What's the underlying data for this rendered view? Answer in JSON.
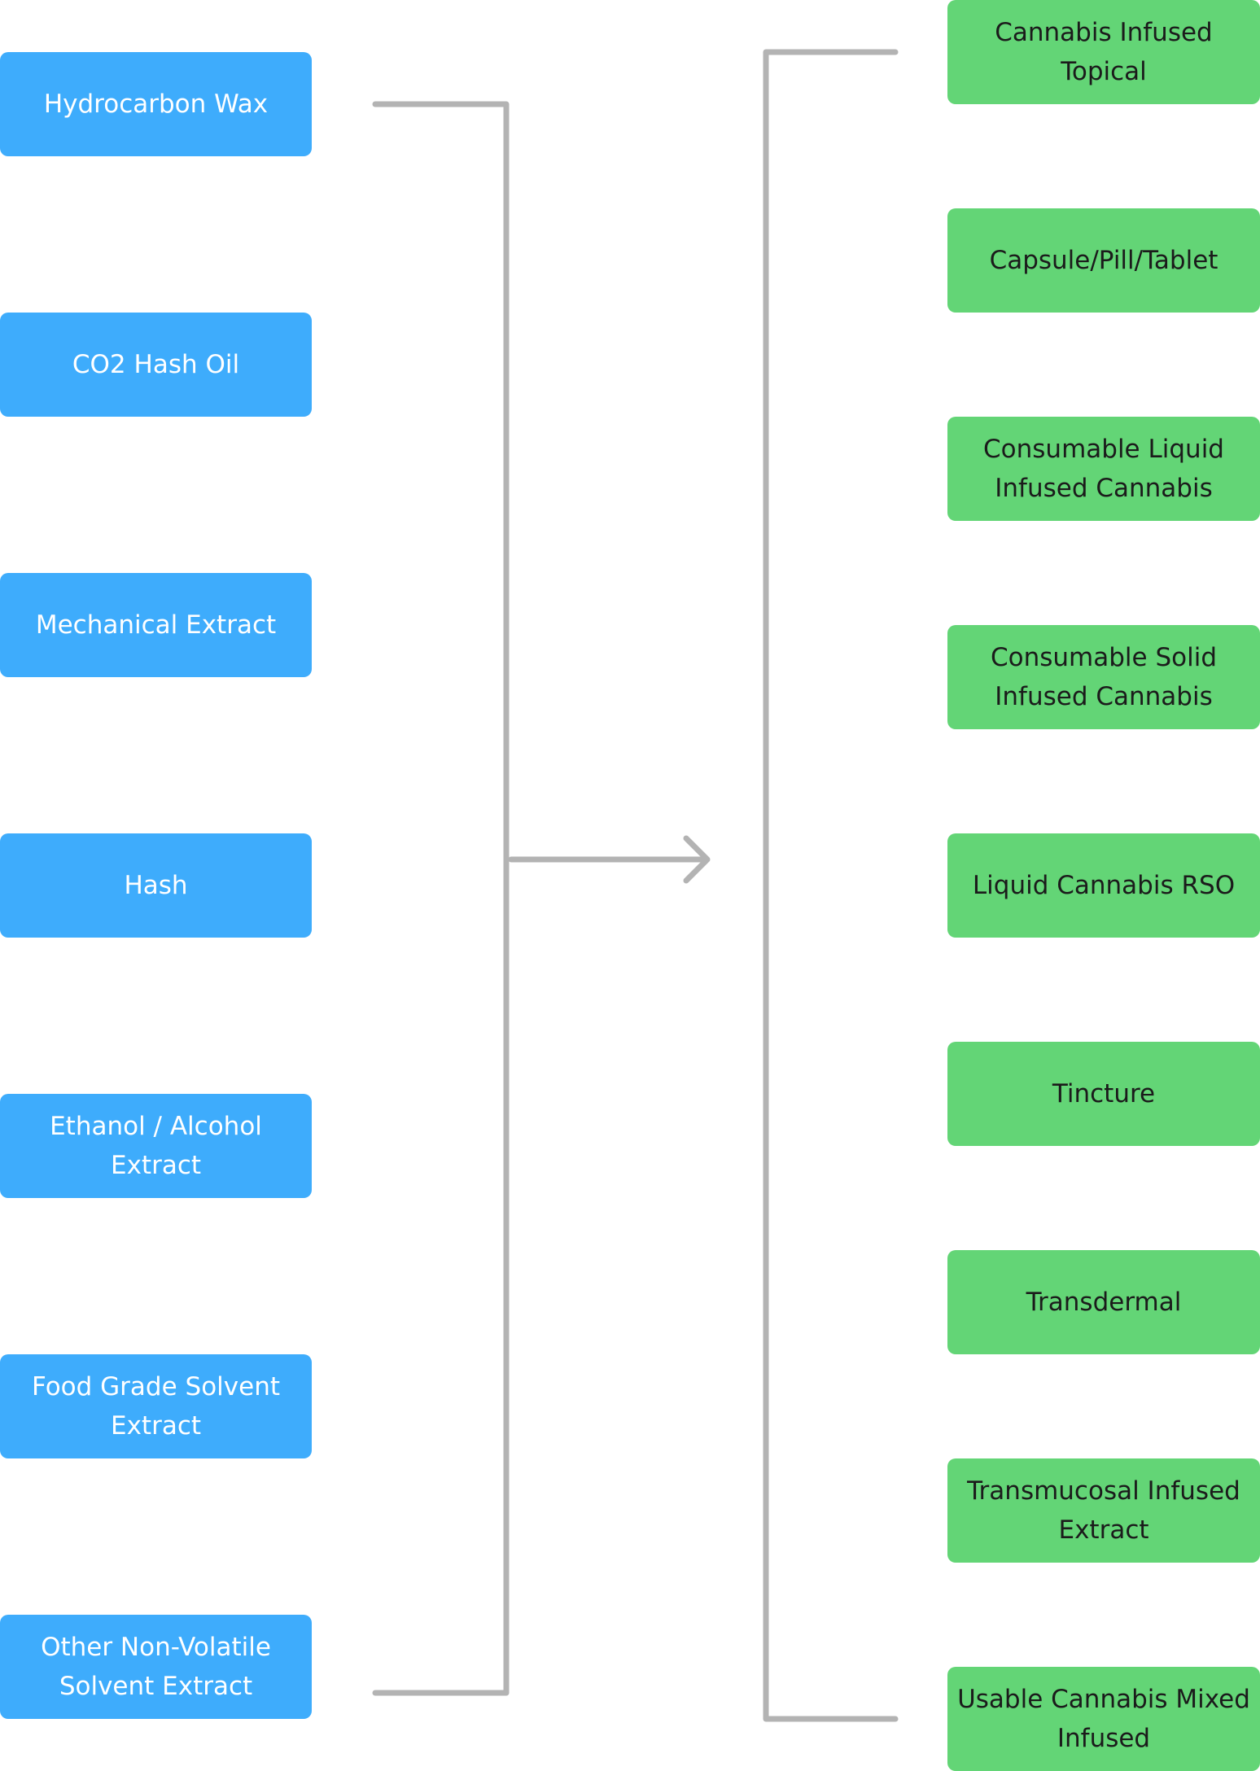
{
  "diagram": {
    "sources": [
      {
        "label": "Hydrocarbon Wax"
      },
      {
        "label": "CO2 Hash Oil"
      },
      {
        "label": "Mechanical Extract"
      },
      {
        "label": "Hash"
      },
      {
        "label": "Ethanol / Alcohol Extract"
      },
      {
        "label": "Food Grade Solvent Extract"
      },
      {
        "label": "Other Non-Volatile Solvent Extract"
      }
    ],
    "targets": [
      {
        "label": "Cannabis Infused Topical"
      },
      {
        "label": "Capsule/Pill/Tablet"
      },
      {
        "label": "Consumable Liquid Infused Cannabis"
      },
      {
        "label": "Consumable Solid Infused Cannabis"
      },
      {
        "label": "Liquid Cannabis RSO"
      },
      {
        "label": "Tincture"
      },
      {
        "label": "Transdermal"
      },
      {
        "label": "Transmucosal Infused Extract"
      },
      {
        "label": "Usable Cannabis Mixed Infused"
      }
    ],
    "colors": {
      "source_fill": "#3eacfc",
      "source_text": "#ffffff",
      "target_fill": "#63d576",
      "target_text": "#1b1b1b",
      "connector": "#b3b3b3"
    }
  }
}
